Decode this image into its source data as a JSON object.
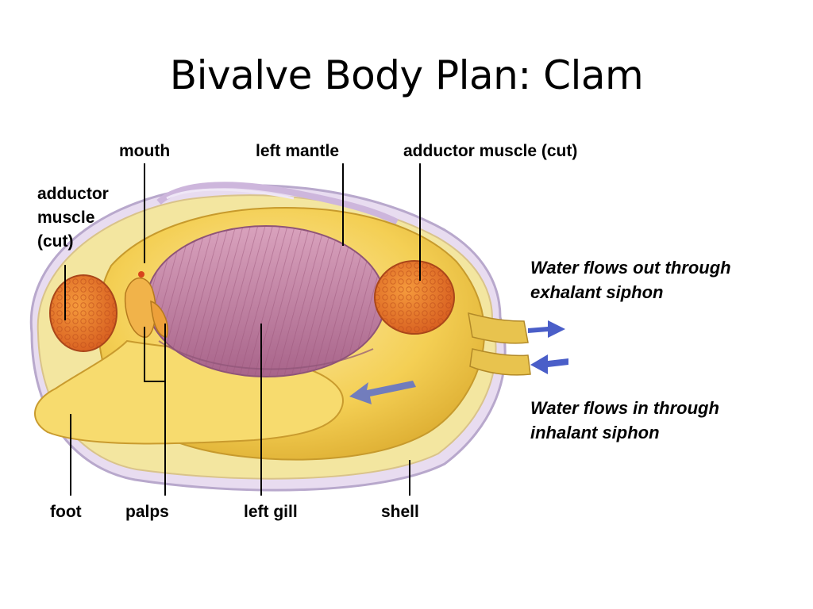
{
  "title": "Bivalve Body Plan: Clam",
  "labels": {
    "mouth": "mouth",
    "left_mantle": "left mantle",
    "adductor_right": "adductor muscle (cut)",
    "adductor_left_1": "adductor",
    "adductor_left_2": "muscle",
    "adductor_left_3": "(cut)",
    "foot": "foot",
    "palps": "palps",
    "left_gill": "left gill",
    "shell": "shell"
  },
  "notes": {
    "exhalant_1": "Water flows out through",
    "exhalant_2": "exhalant siphon",
    "inhalant_1": "Water flows in through",
    "inhalant_2": "inhalant siphon"
  },
  "colors": {
    "body": "#f6d25c",
    "shell_edge": "#d8c6e6",
    "gill": "#c98aa6",
    "muscle": "#e9752a",
    "arrow": "#4a5ec8"
  }
}
